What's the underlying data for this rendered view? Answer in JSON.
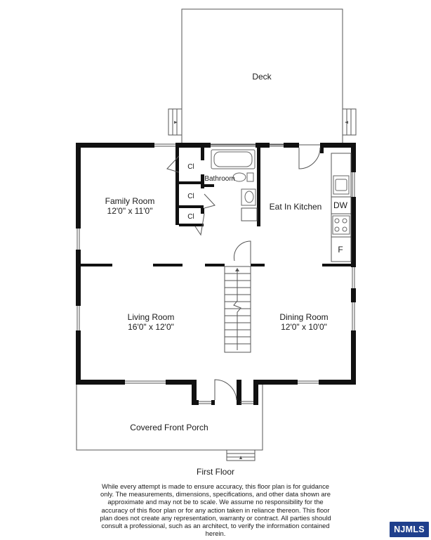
{
  "rooms": {
    "deck": {
      "name": "Deck"
    },
    "family_room": {
      "name": "Family Room",
      "dimensions": "12'0\" x 11'0\""
    },
    "bathroom": {
      "name": "Bathroom"
    },
    "closet_label": "Cl",
    "eat_in_kitchen": {
      "name": "Eat In Kitchen"
    },
    "dishwasher_label": "DW",
    "fridge_label": "F",
    "living_room": {
      "name": "Living Room",
      "dimensions": "16'0\" x 12'0\""
    },
    "dining_room": {
      "name": "Dining Room",
      "dimensions": "12'0\" x 10'0\""
    },
    "covered_front_porch": {
      "name": "Covered Front Porch"
    }
  },
  "floor_title": "First Floor",
  "disclaimer": "While every attempt is made to ensure accuracy, this floor plan is for guidance only. The measurements, dimensions, specifications, and other data shown are approximate and may not be to scale. We assume no responsibility for the accuracy of this floor plan or for any action taken in reliance thereon. This floor plan does not create any representation, warranty or contract. All parties should consult a professional, such as an architect, to verify the information contained herein.",
  "logo": {
    "text": "NJMLS",
    "color": "#1f3f8c"
  },
  "colors": {
    "wall": "#111111",
    "line": "#555555",
    "background": "#ffffff"
  }
}
